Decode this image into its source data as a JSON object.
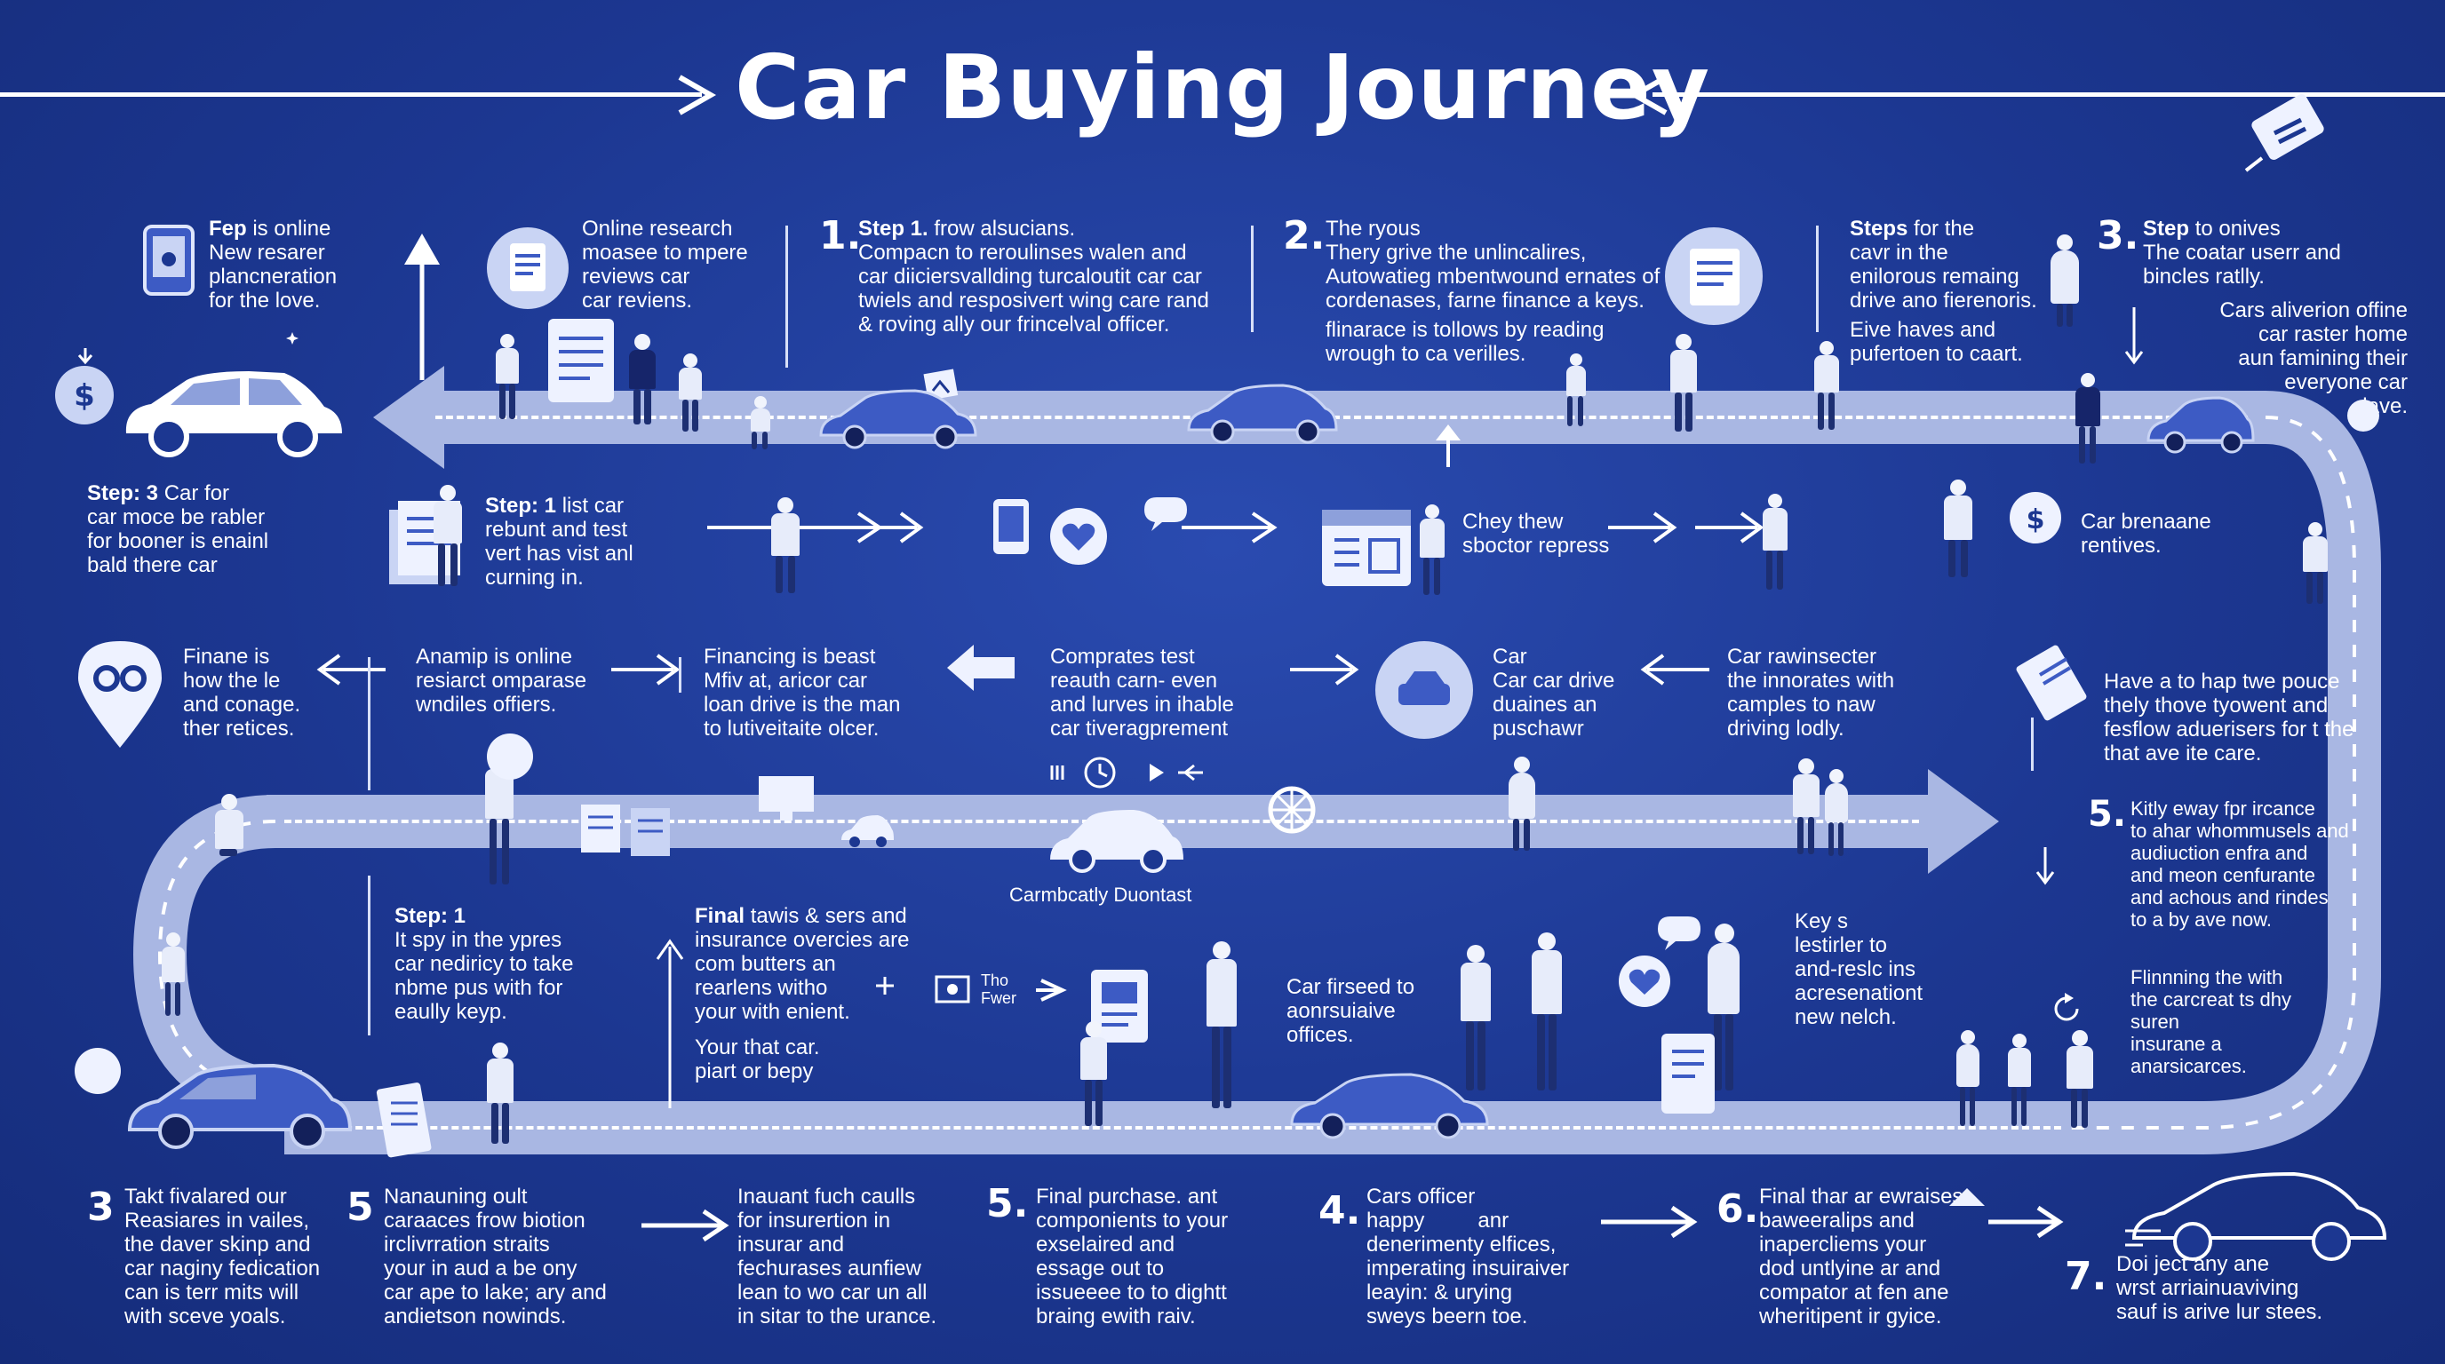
{
  "header": {
    "title": "Car Buying Journey"
  },
  "top": {
    "col1": {
      "lead": "Fep",
      "text": "is online\nNew resarer\nplancneration\nfor the love."
    },
    "col2": {
      "text": "Online research\nmoasee to mpere\nreviews car\ncar reviens."
    },
    "col3": {
      "num": "1.",
      "lead": "Step 1.",
      "text": "frow alsucians.\nCompacn to reroulinses walen and\ncar diiciersvallding turcaloutit car car\ntwiels and resposivert wing care rand\n& roving ally our frincelval officer."
    },
    "col4": {
      "num": "2.",
      "text": "The ryous\nThery grive the unlincalires,\nAutowatieg mbentwound ernates of\ncordenases, farne finance a keys."
    },
    "col4b": {
      "text": "flinarace is tollows by reading\nwrough to ca verilles."
    },
    "col5": {
      "lead": "Steps",
      "text": "for the\ncavr in the\nenilorous remaing\ndrive ano fierenoris."
    },
    "col5b": {
      "text": "Eive haves and\npufertoen to caart."
    },
    "col6": {
      "num": "3.",
      "lead": "Step",
      "text": "to onives\nThe coatar userr and\nbincles ratlly."
    },
    "col6b": {
      "text": "Cars aliverion offine\ncar raster home\naun famining their\neveryone car\nlave."
    }
  },
  "row2": {
    "left": {
      "lead": "Step: 3",
      "text": "Car for\ncar moce be rabler\nfor booner is enainl\nbald there car"
    },
    "step": {
      "lead": "Step: 1",
      "text": "list car\nrebunt and test\nvert has vist anl\ncurning in."
    },
    "chey": {
      "text": "Chey thew\nsboctor repress"
    },
    "right": {
      "text": "Car brenaane\nrentives."
    }
  },
  "row3": {
    "finane": {
      "text": "Finane is\nhow the le\nand conage.\nther retices."
    },
    "anamp": {
      "text": "Anamip is online\nresiarct omparase\nwndiles offiers."
    },
    "financing": {
      "text": "Financing is beast\nMfiv at, aricor car\nloan drive is the man\nto lutiveitaite olcer."
    },
    "comprates": {
      "text": "Comprates test\nreauth carn- even\nand lurves in ihable\ncar tiveragprement"
    },
    "car": {
      "text": "Car\nCar car drive\nduaines an\npuschawr"
    },
    "rawin": {
      "text": "Car rawinsecter\nthe innorates with\ncamples to naw\ndriving lodly."
    },
    "have": {
      "text": "Have a to hap twe pouce\nthely thove tyowent and\nfesflow aduerisers for t the\nthat ave ite care."
    },
    "road_label": "Carmbcatly Duontast"
  },
  "row4": {
    "step1": {
      "lead": "Step: 1",
      "text": "It spy in the ypres\ncar nediricy to take\nnbme pus with for\neaully keyp."
    },
    "final": {
      "lead": "Final",
      "text": "tawis & sers and\ninsurance overcies are\ncom butters an\nrearlens witho\nyour with enient."
    },
    "yourthat": {
      "text": "Your that car.\npiart or bepy"
    },
    "tho": {
      "text": "Tho\nFwer"
    },
    "firseed": {
      "text": "Car firseed to\naonrsuiaive\noffices."
    },
    "keys": {
      "text": "Key s\nlestirler to\nand-reslc ins\nacresenationt\nnew nelch."
    },
    "kitly": {
      "num": "5.",
      "text": "Kitly eway fpr ircance\nto ahar whommusels and\naudiuction enfra and\nand meon cenfurante\nand achous and rindes\nto a by ave now."
    },
    "flinnning": {
      "text": "Flinnning the with\nthe carcreat ts dhy\nsuren\ninsurane a\nanarsicarces."
    }
  },
  "bottom": {
    "c1": {
      "num": "3",
      "text": "Takt fivalared our\nReasiares in vailes,\nthe daver skinp and\ncar naginy fedication\ncan is terr mits will\nwith sceve yoals."
    },
    "c2": {
      "num": "5",
      "text": "Nanauning oult\ncaraaces frow biotion\nirclivrration straits\nyour in aud a be ony\ncar ape to lake; ary and\nandietson nowinds."
    },
    "c3": {
      "text": "Inauant fuch caulls\nfor insurertion in\ninsurar and\nfechurases aunfiew\nlean to wo car un all\nin sitar to the urance."
    },
    "c4": {
      "num": "5.",
      "text": "Final purchase. ant\ncomponients to your\nexselaired and\nessage out to\nissueeee to to dightt\nbraing ewith raiv."
    },
    "c5": {
      "num": "4.",
      "text": "Cars officer\nhappy         anr\ndenerimenty elfices,\nimperating insuiraiver\nleayin: & urying\nsweys beern toe."
    },
    "c6": {
      "num": "6.",
      "text": "Final thar ar ewraises\nbaweeralips and\ninapercliems your\ndod untlyine ar and\ncompator at fen ane\nwheritipent ir gyice."
    },
    "c7": {
      "num": "7.",
      "text": "Doi ject any ane\nwrst arriainuaviving\nsauf is arive lur stees."
    }
  },
  "colors": {
    "background": "#1c3791",
    "road": "#a9b7e3",
    "accent": "#3d5bc4",
    "white": "#ffffff"
  },
  "icons": [
    "phone-icon",
    "dollar-icon",
    "document-icon",
    "heart-icon",
    "location-pin-icon",
    "car-icon",
    "arrow-icon",
    "person-icon"
  ]
}
